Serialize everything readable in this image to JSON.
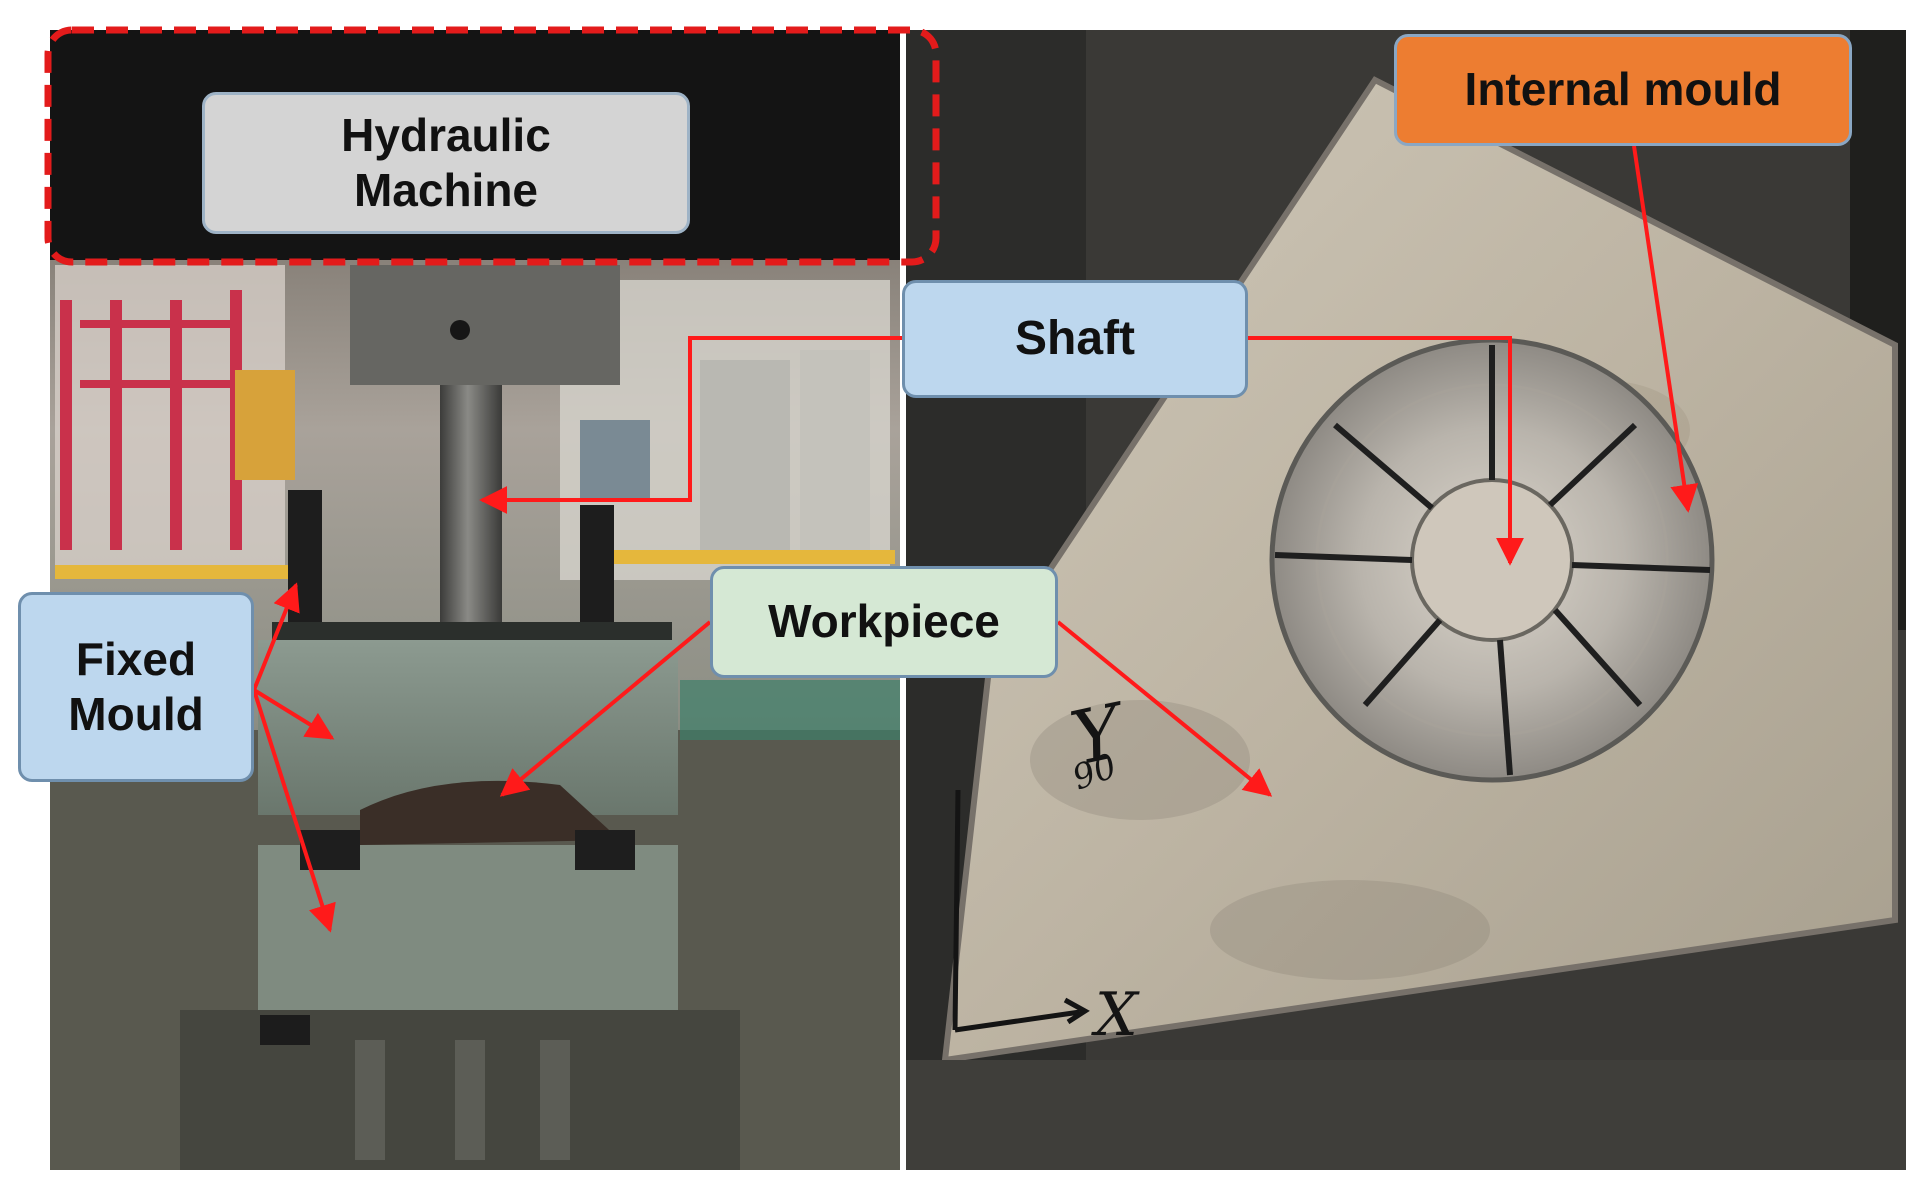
{
  "labels": {
    "hydraulic_machine": [
      "Hydraulic",
      "Machine"
    ],
    "shaft": "Shaft",
    "internal_mould": "Internal mould",
    "workpiece": "Workpiece",
    "fixed_mould": [
      "Fixed",
      "Mould"
    ]
  },
  "handwriting": {
    "y_axis": "Y",
    "x_axis": "X",
    "mark": "90"
  },
  "colors": {
    "arrow": "#ff1a1a",
    "dashed_box": "#e31b1b",
    "hydraulic_fill": "#d4d4d4",
    "shaft_fill": "#bdd7ee",
    "internal_mould_fill": "#ed7d31",
    "workpiece_fill": "#d5e8d4",
    "fixed_mould_fill": "#bdd7ee"
  }
}
